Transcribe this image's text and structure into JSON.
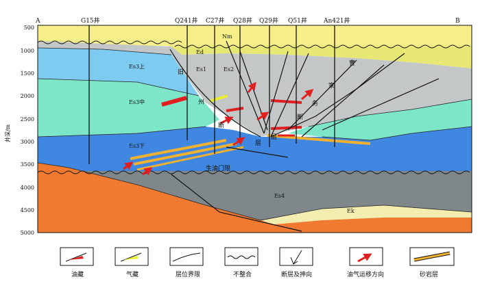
{
  "profile": {
    "start_label": "A",
    "end_label": "B",
    "depth_axis_title": "井深/m",
    "depth_ticks": [
      "500",
      "1000",
      "1500",
      "2000",
      "2500",
      "3000",
      "3500",
      "4000",
      "4500",
      "5000"
    ]
  },
  "wells": [
    {
      "name": "G15井"
    },
    {
      "name": "Q241井"
    },
    {
      "name": "C27井"
    },
    {
      "name": "Q28井"
    },
    {
      "name": "Q29井"
    },
    {
      "name": "Q51井"
    },
    {
      "name": "An421井"
    }
  ],
  "strata": {
    "nm": "Nm",
    "ed": "Ed",
    "es1": "Es1",
    "es2": "Es2",
    "es3_upper": "Es3上",
    "es3_middle": "Es3中",
    "es3_lower": "Es3下",
    "es4": "Es4",
    "ek": "Ek"
  },
  "fault_labels": {
    "jiuzhou": [
      "旧",
      "州",
      "断",
      "层"
    ],
    "caowu": [
      "曹",
      "家",
      "务",
      "断",
      "层"
    ]
  },
  "oil_window_label": "生油门限",
  "legend": [
    {
      "label": "油藏",
      "icon": "oil-reservoir-icon"
    },
    {
      "label": "气藏",
      "icon": "gas-reservoir-icon"
    },
    {
      "label": "层位界限",
      "icon": "horizon-boundary-icon"
    },
    {
      "label": "不整合",
      "icon": "unconformity-icon"
    },
    {
      "label": "断层及抻向",
      "icon": "fault-throw-icon"
    },
    {
      "label": "油气运移方向",
      "icon": "migration-arrow-icon"
    },
    {
      "label": "砂岩层",
      "icon": "sandstone-icon"
    }
  ],
  "colors": {
    "nm": "#f6ef8a",
    "ed": "#e6e873",
    "es1_es2": "#c3c7c8",
    "es3_upper": "#7dcbf0",
    "es3_middle": "#7ee6c8",
    "es3_lower": "#3f87e0",
    "es4": "#7f878a",
    "ek": "#f3eeb0",
    "basement": "#ef7a30",
    "sand": "#f0b030",
    "oil": "#e02020",
    "gas": "#e8ee30"
  }
}
